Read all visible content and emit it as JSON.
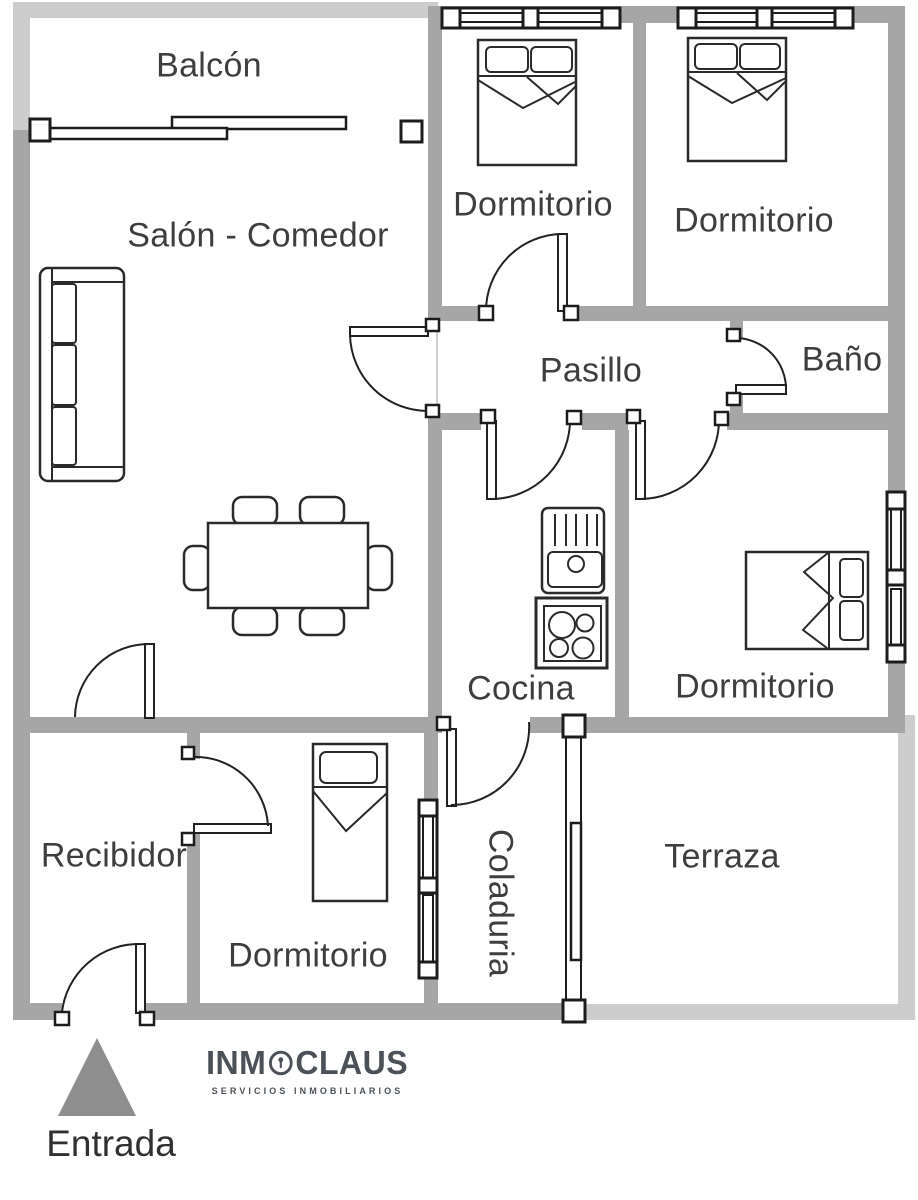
{
  "rooms": {
    "balcon": {
      "label": "Balcón"
    },
    "salon": {
      "label": "Salón - Comedor"
    },
    "dormitorio_1": {
      "label": "Dormitorio"
    },
    "dormitorio_2": {
      "label": "Dormitorio"
    },
    "pasillo": {
      "label": "Pasillo"
    },
    "bano": {
      "label": "Baño"
    },
    "cocina": {
      "label": "Cocina"
    },
    "dormitorio_3": {
      "label": "Dormitorio"
    },
    "recibidor": {
      "label": "Recibidor"
    },
    "dormitorio_4": {
      "label": "Dormitorio"
    },
    "coladuria": {
      "label": "Coladuria"
    },
    "terraza": {
      "label": "Terraza"
    }
  },
  "entrance": {
    "label": "Entrada",
    "arrow_icon": "triangle-up-entrance-arrow"
  },
  "brand": {
    "name": "INMOCLAUS",
    "name_prefix": "INM",
    "name_suffix": "CLAUS",
    "keyhole_icon": "keyhole-circle",
    "tagline": "SERVICIOS INMOBILIARIOS"
  },
  "colors": {
    "wall_interior": "#a6a6a6",
    "wall_balcony_terrace": "#cdcdcd",
    "linework": "#1c1c1c",
    "label_text": "#3e3e3e",
    "brand_text": "#4b5157",
    "entrance_arrow": "#8e8e8e"
  }
}
